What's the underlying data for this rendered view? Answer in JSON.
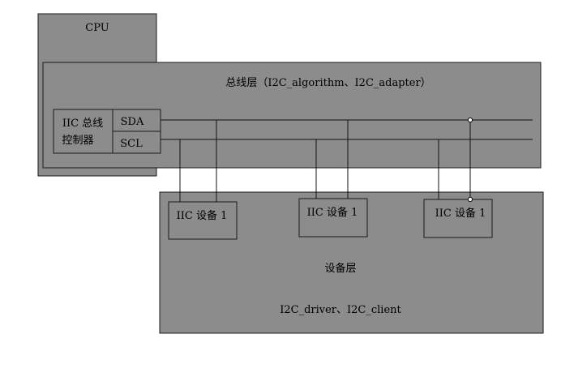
{
  "cpu": {
    "label": "CPU"
  },
  "bus_layer": {
    "label": "总线层（I2C_algorithm、I2C_adapter）"
  },
  "controller": {
    "label_line1": "IIC 总线",
    "label_line2": "控制器",
    "sda_label": "SDA",
    "scl_label": "SCL"
  },
  "device_layer": {
    "label": "设备层",
    "sublabel": "I2C_driver、I2C_client"
  },
  "devices": [
    {
      "label": "IIC 设备 1"
    },
    {
      "label": "IIC 设备 1"
    },
    {
      "label": "IIC 设备 1"
    }
  ],
  "colors": {
    "box_fill": "#8c8c8c",
    "stroke": "#1a1a1a",
    "background": "#ffffff"
  }
}
